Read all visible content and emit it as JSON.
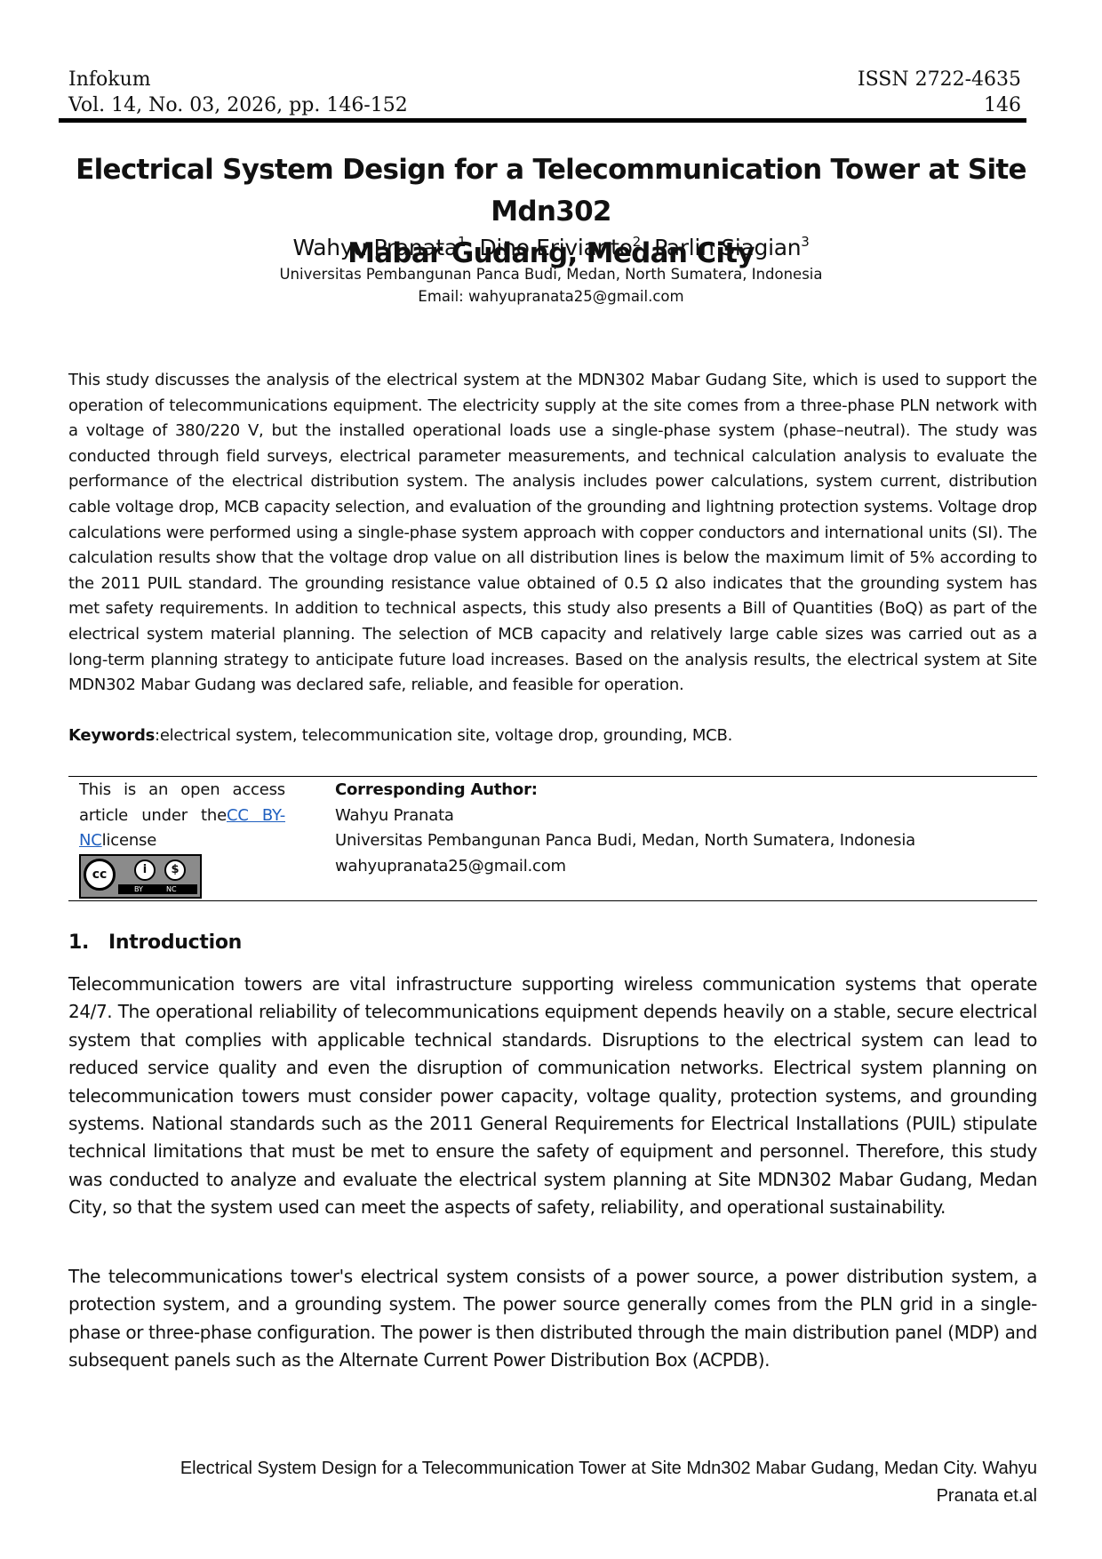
{
  "header": {
    "journal": "Infokum",
    "issn": "ISSN 2722-4635",
    "volume": "Vol. 14, No. 03, 2026, pp. 146-152",
    "page_number": "146"
  },
  "title_line1": "Electrical System Design for a Telecommunication Tower at Site Mdn302",
  "title_line2": "Mabar Gudang, Medan City",
  "authors": [
    {
      "name": "Wahyu Pranata",
      "sup": "1"
    },
    {
      "name": "Dino Erivianto",
      "sup": "2"
    },
    {
      "name": "Parlin Siagian",
      "sup": "3"
    }
  ],
  "author_sep": ", ",
  "affiliation": "Universitas Pembangunan Panca Budi, Medan, North Sumatera, Indonesia",
  "email_line": "Email: wahyupranata25@gmail.com",
  "abstract": "This study discusses the analysis of the electrical system at the MDN302 Mabar Gudang Site, which is used to support the operation of telecommunications equipment. The electricity supply at the site comes from a three-phase PLN network with a voltage of 380/220 V, but the installed operational loads use a single-phase system (phase–neutral). The study was conducted through field surveys, electrical parameter measurements, and technical calculation analysis to evaluate the performance of the electrical distribution system. The analysis includes power calculations, system current, distribution cable voltage drop, MCB capacity selection, and evaluation of the grounding and lightning protection systems. Voltage drop calculations were performed using a single-phase system approach with copper conductors and international units (SI). The calculation results show that the voltage drop value on all distribution lines is below the maximum limit of 5% according to the 2011 PUIL standard. The grounding resistance value obtained of 0.5 Ω also indicates that the grounding system has met safety requirements. In addition to technical aspects, this study also presents a Bill of Quantities (BoQ) as part of the electrical system material planning. The selection of MCB capacity and relatively large cable sizes was carried out as a long-term planning strategy to anticipate future load increases. Based on the analysis results, the electrical system at Site MDN302 Mabar Gudang was declared safe, reliable, and feasible for operation.",
  "keywords_label": "Keywords",
  "keywords_text": ":electrical system, telecommunication site, voltage drop, grounding, MCB.",
  "license": {
    "text_before": "This is an open access article under the",
    "link": "CC BY-NC",
    "text_after": "license",
    "badge_cc": "cc",
    "badge_by_icon": "i",
    "badge_nc_icon": "$",
    "badge_by": "BY",
    "badge_nc": "NC"
  },
  "corresponding": {
    "heading": "Corresponding Author:",
    "name": "Wahyu Pranata",
    "affiliation": "Universitas Pembangunan Panca Budi, Medan, North Sumatera, Indonesia",
    "email": "wahyupranata25@gmail.com"
  },
  "section": {
    "number": "1.",
    "title": "Introduction",
    "paragraphs": [
      "Telecommunication towers are vital infrastructure supporting wireless communication systems that operate 24/7. The operational reliability of telecommunications equipment depends heavily on a stable, secure electrical system that complies with applicable technical standards. Disruptions to the electrical system can lead to reduced service quality and even the disruption of communication networks. Electrical system planning on telecommunication towers must consider power capacity, voltage quality, protection systems, and grounding systems. National standards such as the 2011 General Requirements for Electrical Installations (PUIL) stipulate technical limitations that must be met to ensure the safety of equipment and personnel. Therefore, this study was conducted to analyze and evaluate the electrical system planning at Site MDN302 Mabar Gudang, Medan City, so that the system used can meet the aspects of safety, reliability, and operational sustainability.",
      "The telecommunications tower's electrical system consists of a power source, a power distribution system, a protection system, and a grounding system. The power source generally comes from the PLN grid in a single-phase or three-phase configuration. The power is then distributed through the main distribution panel (MDP) and subsequent panels such as the Alternate Current Power Distribution Box (ACPDB)."
    ]
  },
  "footer_line1": "Electrical System Design for a Telecommunication Tower at Site Mdn302 Mabar Gudang, Medan City. Wahyu",
  "footer_line2": "Pranata et.al"
}
